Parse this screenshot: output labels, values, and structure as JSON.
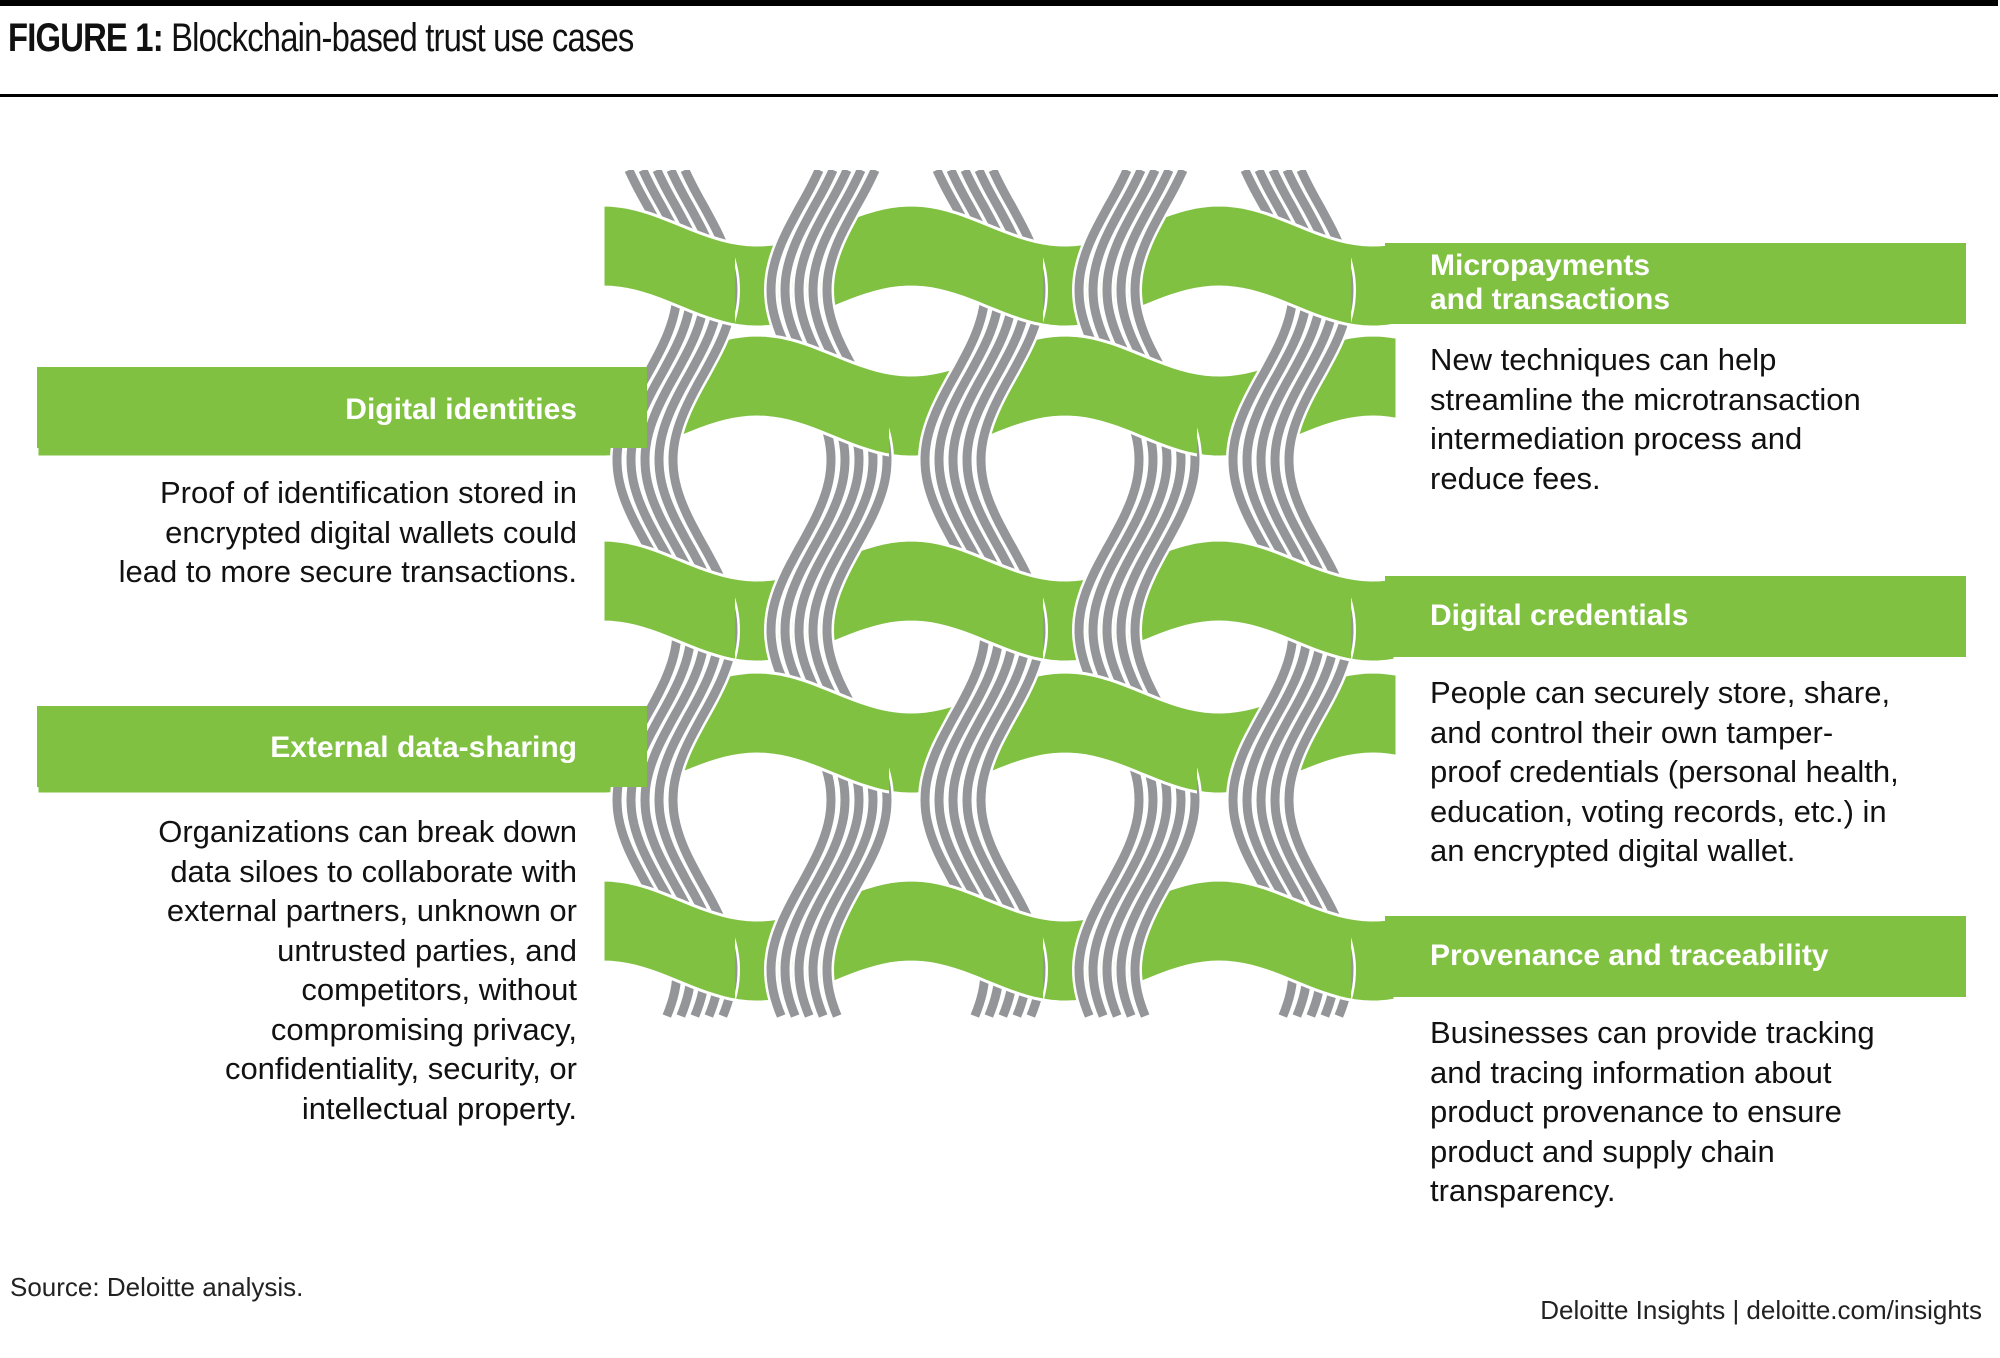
{
  "header": {
    "figure_label": "FIGURE 1:",
    "title": "Blockchain-based trust use cases"
  },
  "colors": {
    "accent_green": "#80c142",
    "strand_gray": "#939598",
    "text": "#111111"
  },
  "use_cases": {
    "left": [
      {
        "title": "Digital identities",
        "description": [
          "Proof of identification stored in",
          "encrypted digital wallets could",
          "lead to more secure transactions."
        ]
      },
      {
        "title": "External data-sharing",
        "description": [
          "Organizations can break down",
          "data siloes to collaborate with",
          "external partners, unknown or",
          "untrusted parties, and",
          "competitors, without",
          "compromising privacy,",
          "confidentiality, security, or",
          "intellectual property."
        ]
      }
    ],
    "right": [
      {
        "title_lines": [
          "Micropayments",
          "and transactions"
        ],
        "description": [
          "New techniques can help",
          "streamline the microtransaction",
          "intermediation process and",
          "reduce fees."
        ]
      },
      {
        "title_lines": [
          "Digital credentials"
        ],
        "description": [
          "People can securely store, share,",
          "and control their own tamper-",
          "proof credentials (personal health,",
          "education, voting records, etc.) in",
          "an encrypted digital wallet."
        ]
      },
      {
        "title_lines": [
          "Provenance and traceability"
        ],
        "description": [
          "Businesses can provide tracking",
          "and tracing information about",
          "product provenance to ensure",
          "product and supply chain",
          "transparency."
        ]
      }
    ]
  },
  "footer": {
    "source": "Source: Deloitte analysis.",
    "credit": "Deloitte Insights | deloitte.com/insights"
  }
}
